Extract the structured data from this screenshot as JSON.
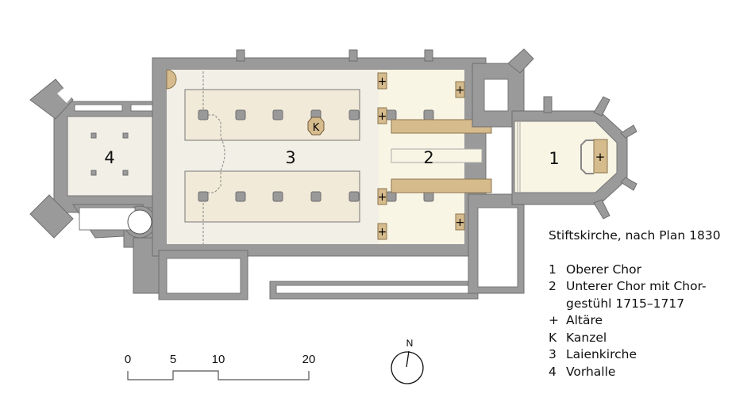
{
  "plan": {
    "room_labels": {
      "oberer_chor": "1",
      "unterer_chor": "2",
      "laienkirche": "3",
      "vorhalle": "4"
    },
    "altar_symbol": "+",
    "pulpit_symbol": "K"
  },
  "legend": {
    "title": "Stiftskirche, nach Plan 1830",
    "items": [
      {
        "key": "1",
        "text": "Oberer Chor"
      },
      {
        "key": "2",
        "text": "Unterer Chor mit Chor-"
      },
      {
        "key": "",
        "text": "gestühl 1715–1717"
      },
      {
        "key": "+",
        "text": "Altäre"
      },
      {
        "key": "K",
        "text": "Kanzel"
      },
      {
        "key": "3",
        "text": "Laienkirche"
      },
      {
        "key": "4",
        "text": "Vorhalle"
      }
    ]
  },
  "scale_bar": {
    "ticks": [
      "0",
      "5",
      "10",
      "20"
    ]
  },
  "north_arrow": {
    "label": "N"
  },
  "colors": {
    "wall": "#9a9a9a",
    "nave": "#f2efe6",
    "pews": "#f2ead9",
    "choir": "#f9f5e4",
    "furnishing": "#d6bb8d"
  }
}
